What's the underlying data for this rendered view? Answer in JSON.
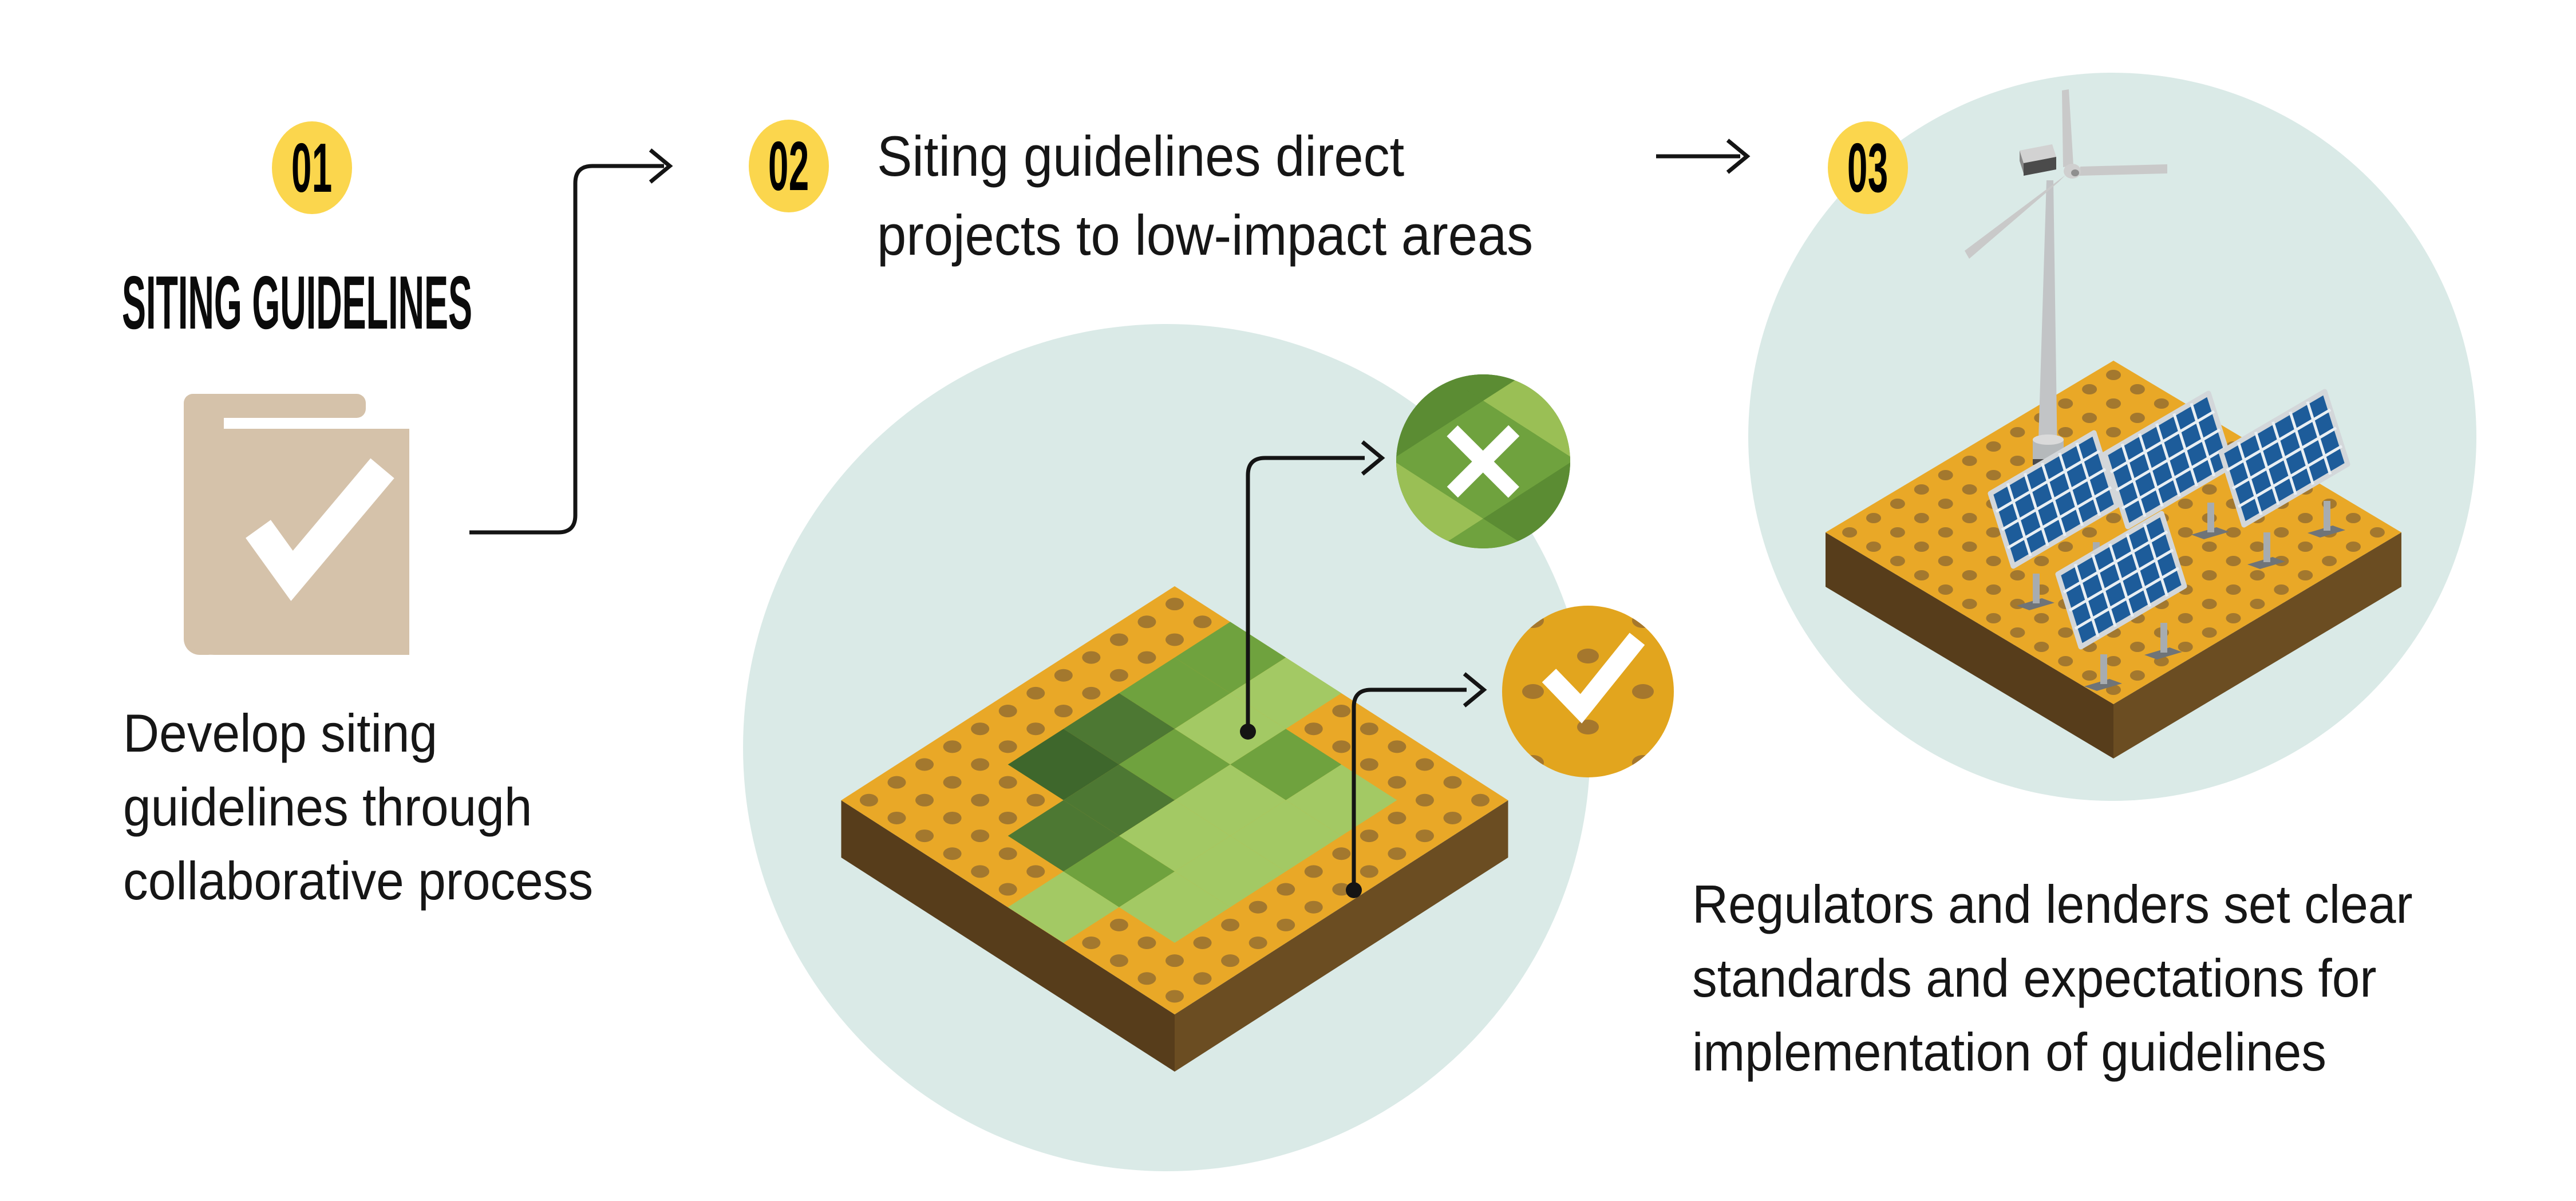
{
  "colors": {
    "accent_yellow": "#FBD64D",
    "ink": "#141414",
    "teal_bg": "#DAEAE7",
    "parcel_yellow": "#E9A827",
    "dot_brown": "#A3782E",
    "earth_dark": "#573D1B",
    "earth_light": "#6B4D22",
    "green_light": "#A3C964",
    "green_mid": "#6FA23E",
    "green_dark": "#4D7833",
    "green_darkest": "#3E672C",
    "book_tan": "#D5C2AA",
    "solar_blue": "#1D5C9A",
    "check_yellow": "#E2A51E",
    "check_dot_brown": "#A5772D"
  },
  "steps": {
    "step1": {
      "badge": "01",
      "title": "SITING GUIDELINES",
      "description_lines": [
        "Develop siting",
        "guidelines through",
        "collaborative process"
      ]
    },
    "step2": {
      "badge": "02",
      "heading_lines": [
        "Siting guidelines direct",
        "projects to low-impact areas"
      ]
    },
    "step3": {
      "badge": "03",
      "description_lines": [
        "Regulators and lenders set clear",
        "standards and expectations for",
        "implementation of guidelines"
      ]
    }
  },
  "icons": {
    "book_check": "book-check-icon",
    "x_mark": "x-mark-icon",
    "check_mark": "check-mark-icon",
    "wind_turbine": "wind-turbine-icon",
    "solar_panel": "solar-panel-icon",
    "land_parcel": "land-parcel-icon",
    "arrow_right": "arrow-right-icon"
  }
}
